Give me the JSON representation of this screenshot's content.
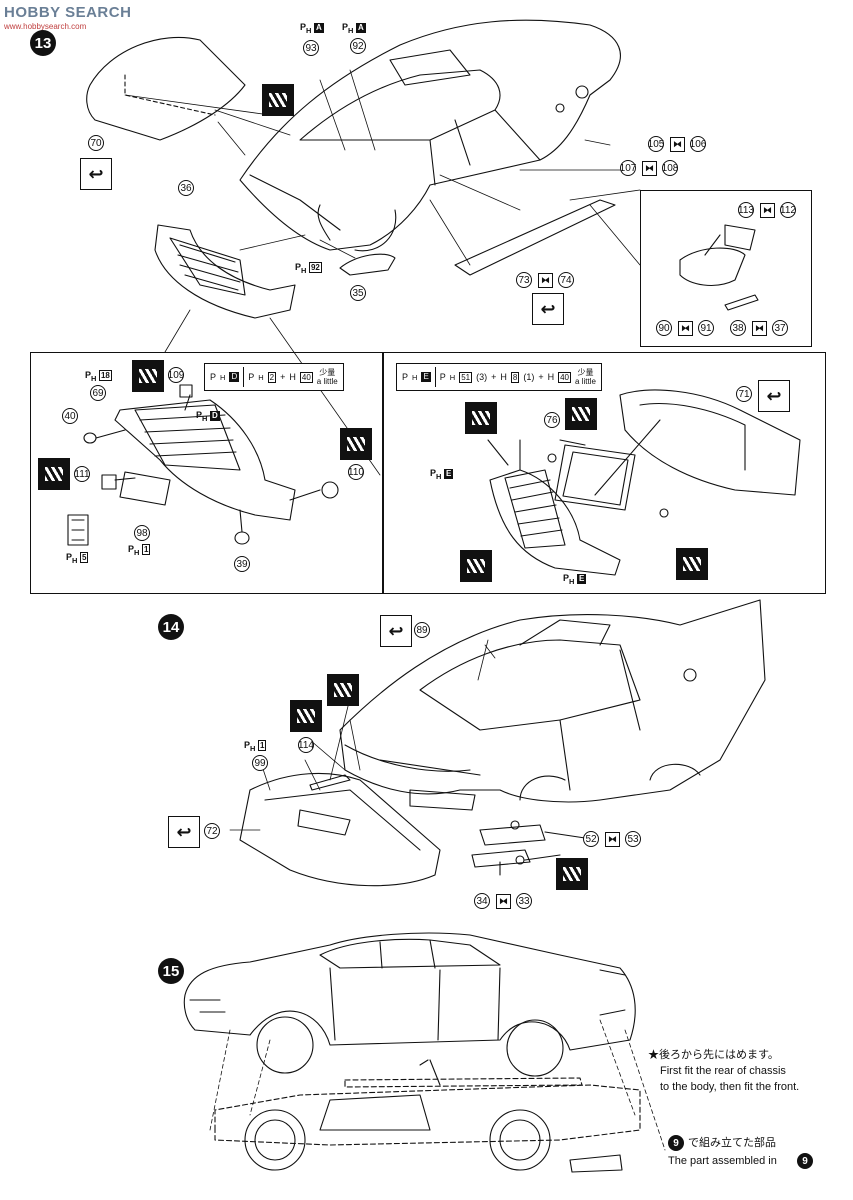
{
  "watermark": {
    "logo": "HOBBY SEARCH",
    "site": "www.hobbysearch.com"
  },
  "steps": [
    "13",
    "14",
    "15"
  ],
  "labels": {
    "p70": "70",
    "p36": "36",
    "p93": "93",
    "p92": "92",
    "pA1": "A",
    "pA2": "A",
    "p105": "105",
    "p106": "106",
    "p107": "107",
    "p108": "108",
    "p113": "113",
    "p112": "112",
    "p90": "90",
    "p91": "91",
    "p38": "38",
    "p37": "37",
    "p73": "73",
    "p74": "74",
    "p35": "35",
    "ph92": "92",
    "p109": "109",
    "ph18": "18",
    "p69": "69",
    "p40": "40",
    "phD": "D",
    "p111": "111",
    "p110": "110",
    "p98": "98",
    "ph1": "1",
    "ph5": "5",
    "p39": "39",
    "p76": "76",
    "p71": "71",
    "phE1": "E",
    "phE2": "E",
    "p89": "89",
    "ph1b": "1",
    "p114": "114",
    "p99": "99",
    "p72": "72",
    "p52": "52",
    "p53": "53",
    "p34": "34",
    "p33": "33"
  },
  "paint_box_d": {
    "code": "D",
    "a": "2",
    "b": "40",
    "jp": "少量",
    "en": "a little"
  },
  "paint_box_e": {
    "code": "E",
    "a": "51",
    "a_qty": "(3)",
    "b": "8",
    "b_qty": "(1)",
    "c": "40",
    "jp": "少量",
    "en": "a little"
  },
  "note15": {
    "jp": "★後ろから先にはめます。",
    "en1": "First fit the rear of chassis",
    "en2": "to the body, then fit the front."
  },
  "note9": {
    "num": "9",
    "jp": "で組み立てた部品",
    "en": "The part assembled in"
  },
  "prefix": "P",
  "sub": "H"
}
